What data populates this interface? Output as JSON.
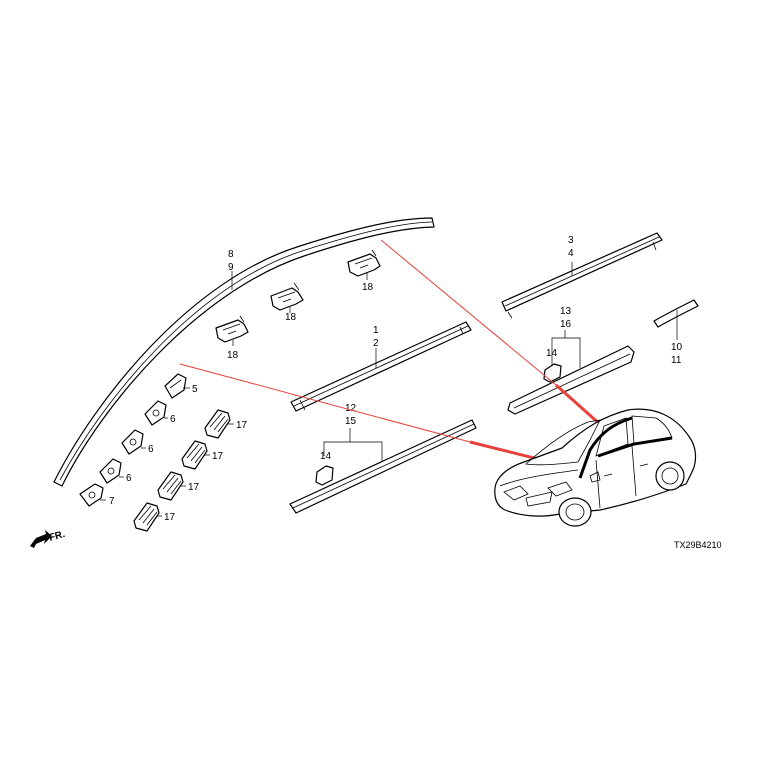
{
  "diagram_code": "TX29B4210",
  "front_marker": "FR.",
  "colors": {
    "arrow": "#e8403a",
    "line": "#000000",
    "background": "#ffffff"
  },
  "labels": {
    "roof_molding": [
      "8",
      "9"
    ],
    "front_door_molding": [
      "3",
      "4"
    ],
    "front_door_sash": [
      "1",
      "2"
    ],
    "rear_door_molding": [
      "13",
      "16"
    ],
    "rear_door_sash": [
      "12",
      "15"
    ],
    "quarter_molding": [
      "10",
      "11"
    ],
    "cap_rear": "14",
    "cap_front": "14",
    "clip_18_a": "18",
    "clip_18_b": "18",
    "clip_18_c": "18",
    "clip_5": "5",
    "clip_6_a": "6",
    "clip_6_b": "6",
    "clip_6_c": "6",
    "clip_7": "7",
    "clip_17_a": "17",
    "clip_17_b": "17",
    "clip_17_c": "17",
    "clip_17_d": "17"
  }
}
